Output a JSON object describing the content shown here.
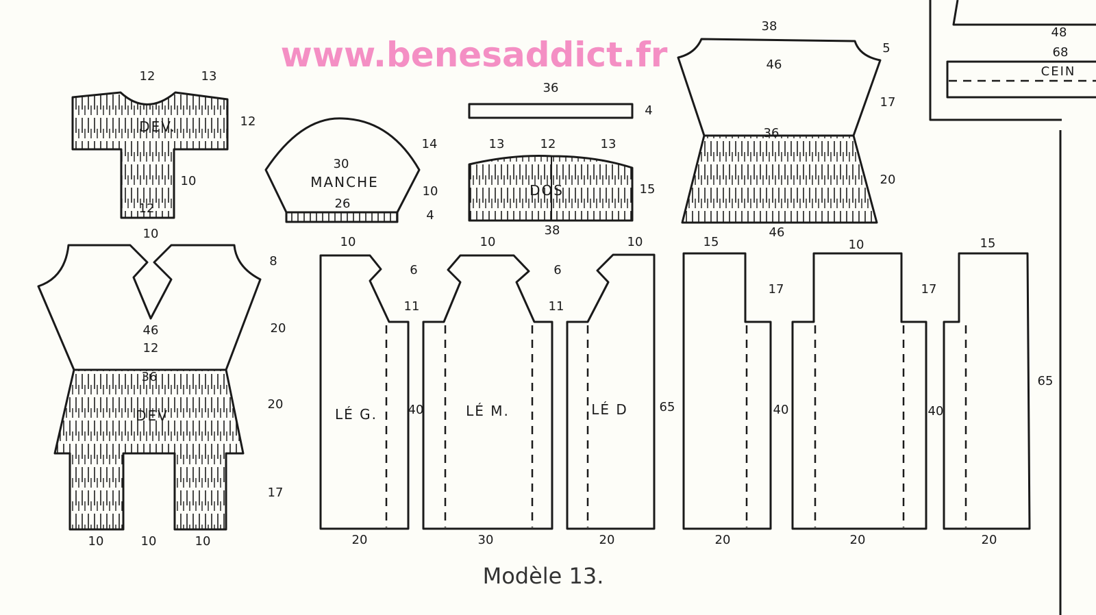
{
  "watermark": "www.benesaddict.fr",
  "caption": "Modèle 13.",
  "colors": {
    "ink": "#1a1a1a",
    "watermark": "#f48fc4",
    "paper": "#fdfdf8"
  },
  "pieces": {
    "small_front": {
      "label": "DEV.",
      "dims": [
        "12",
        "13",
        "12",
        "10",
        "12"
      ]
    },
    "sleeve": {
      "label": "MANCHE",
      "dims": [
        "30",
        "26",
        "14",
        "10",
        "4"
      ]
    },
    "strip": {
      "dims": [
        "36",
        "4"
      ]
    },
    "back": {
      "label": "DOS",
      "dims": [
        "13",
        "12",
        "13",
        "15",
        "38"
      ]
    },
    "bodice": {
      "dims": [
        "38",
        "5",
        "46",
        "17",
        "36",
        "20",
        "46"
      ]
    },
    "front": {
      "label": "DEV",
      "dims": [
        "10",
        "8",
        "46",
        "12",
        "36",
        "20",
        "20",
        "17",
        "10",
        "10",
        "10"
      ]
    },
    "panels": [
      {
        "label": "LÉ G.",
        "dims": [
          "10",
          "6",
          "11",
          "20",
          "40"
        ]
      },
      {
        "label": "LÉ M.",
        "dims": [
          "10",
          "6",
          "11",
          "30"
        ]
      },
      {
        "label": "LÉ D",
        "dims": [
          "10",
          "65",
          "20"
        ]
      },
      {
        "label": "",
        "dims": [
          "15",
          "17",
          "20",
          "40"
        ]
      },
      {
        "label": "",
        "dims": [
          "10",
          "17",
          "20",
          "40"
        ]
      },
      {
        "label": "",
        "dims": [
          "15",
          "65",
          "20"
        ]
      }
    ],
    "belt": {
      "label": "CEIN",
      "dims": [
        "48",
        "68"
      ]
    }
  }
}
